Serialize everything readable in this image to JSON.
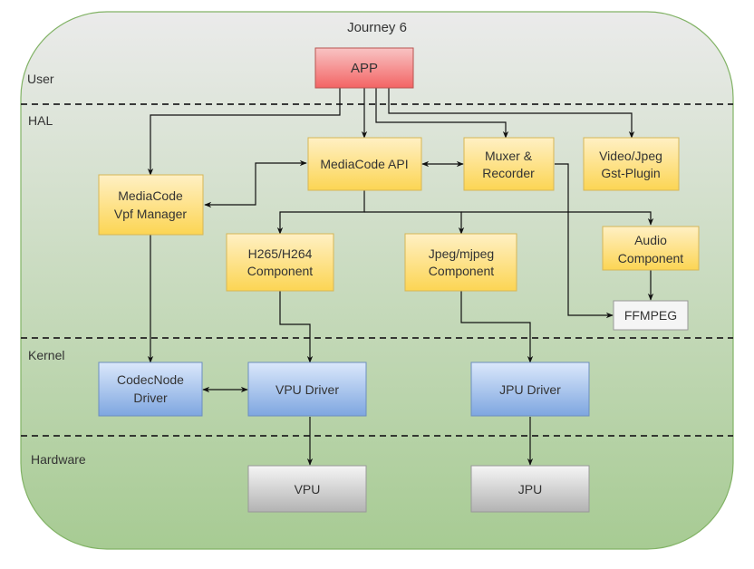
{
  "title": "Journey 6",
  "layers": [
    {
      "id": "user",
      "label": "User"
    },
    {
      "id": "hal",
      "label": "HAL"
    },
    {
      "id": "kernel",
      "label": "Kernel"
    },
    {
      "id": "hardware",
      "label": "Hardware"
    }
  ],
  "nodes": [
    {
      "id": "app",
      "lines": [
        "APP"
      ],
      "style": "red"
    },
    {
      "id": "mediacode-api",
      "lines": [
        "MediaCode API"
      ],
      "style": "yellow"
    },
    {
      "id": "muxer-recorder",
      "lines": [
        "Muxer &",
        "Recorder"
      ],
      "style": "yellow"
    },
    {
      "id": "gst-plugin",
      "lines": [
        "Video/Jpeg",
        "Gst-Plugin"
      ],
      "style": "yellow"
    },
    {
      "id": "vpf-manager",
      "lines": [
        "MediaCode",
        "Vpf Manager"
      ],
      "style": "yellow"
    },
    {
      "id": "h265-component",
      "lines": [
        "H265/H264",
        "Component"
      ],
      "style": "yellow"
    },
    {
      "id": "jpeg-component",
      "lines": [
        "Jpeg/mjpeg",
        "Component"
      ],
      "style": "yellow"
    },
    {
      "id": "audio-component",
      "lines": [
        "Audio",
        "Component"
      ],
      "style": "yellow"
    },
    {
      "id": "ffmpeg",
      "lines": [
        "FFMPEG"
      ],
      "style": "white"
    },
    {
      "id": "codecnode-driver",
      "lines": [
        "CodecNode",
        "Driver"
      ],
      "style": "blue"
    },
    {
      "id": "vpu-driver",
      "lines": [
        "VPU Driver"
      ],
      "style": "blue"
    },
    {
      "id": "jpu-driver",
      "lines": [
        "JPU Driver"
      ],
      "style": "blue"
    },
    {
      "id": "vpu",
      "lines": [
        "VPU"
      ],
      "style": "gray"
    },
    {
      "id": "jpu",
      "lines": [
        "JPU"
      ],
      "style": "gray"
    }
  ],
  "edges": [
    {
      "from": "app",
      "to": "vpf-manager",
      "bidirectional": false
    },
    {
      "from": "app",
      "to": "mediacode-api",
      "bidirectional": false
    },
    {
      "from": "app",
      "to": "muxer-recorder",
      "bidirectional": false
    },
    {
      "from": "app",
      "to": "gst-plugin",
      "bidirectional": false
    },
    {
      "from": "vpf-manager",
      "to": "mediacode-api",
      "bidirectional": true
    },
    {
      "from": "mediacode-api",
      "to": "muxer-recorder",
      "bidirectional": true
    },
    {
      "from": "mediacode-api",
      "to": "h265-component",
      "bidirectional": false
    },
    {
      "from": "mediacode-api",
      "to": "jpeg-component",
      "bidirectional": false
    },
    {
      "from": "mediacode-api",
      "to": "audio-component",
      "bidirectional": false
    },
    {
      "from": "muxer-recorder",
      "to": "ffmpeg",
      "bidirectional": false
    },
    {
      "from": "audio-component",
      "to": "ffmpeg",
      "bidirectional": false
    },
    {
      "from": "vpf-manager",
      "to": "codecnode-driver",
      "bidirectional": false
    },
    {
      "from": "h265-component",
      "to": "vpu-driver",
      "bidirectional": false
    },
    {
      "from": "jpeg-component",
      "to": "jpu-driver",
      "bidirectional": false
    },
    {
      "from": "codecnode-driver",
      "to": "vpu-driver",
      "bidirectional": true
    },
    {
      "from": "vpu-driver",
      "to": "vpu",
      "bidirectional": false
    },
    {
      "from": "jpu-driver",
      "to": "jpu",
      "bidirectional": false
    }
  ]
}
